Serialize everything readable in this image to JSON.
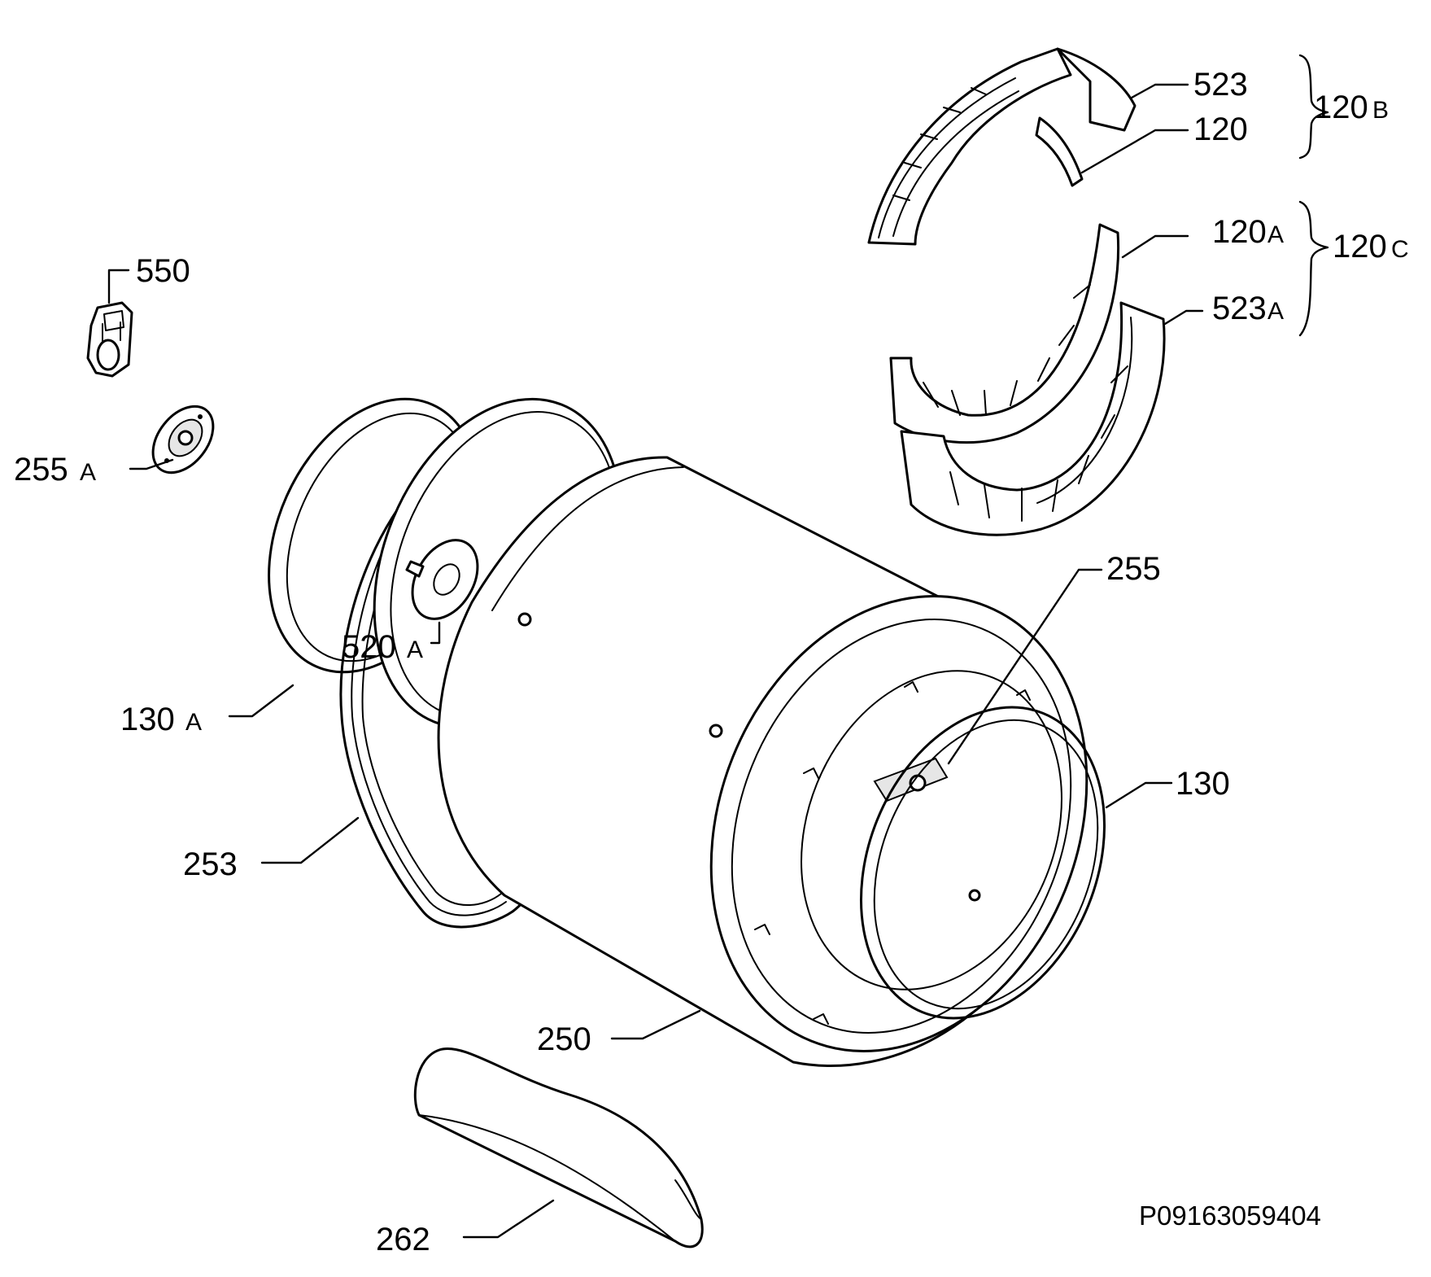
{
  "diagram": {
    "part_labels": {
      "p523": "523",
      "p120": "120",
      "p120B": "120",
      "p120B_suffix": "B",
      "p120A": "120",
      "p120A_suffix": "A",
      "p120C": "120",
      "p120C_suffix": "C",
      "p523A": "523",
      "p523A_suffix": "A",
      "p550": "550",
      "p255A": "255",
      "p255A_suffix": "A",
      "p255": "255",
      "p520A": "520",
      "p520A_suffix": "A",
      "p130A": "130",
      "p130A_suffix": "A",
      "p130": "130",
      "p253": "253",
      "p250": "250",
      "p262": "262"
    },
    "drawing_code": "P09163059404"
  }
}
